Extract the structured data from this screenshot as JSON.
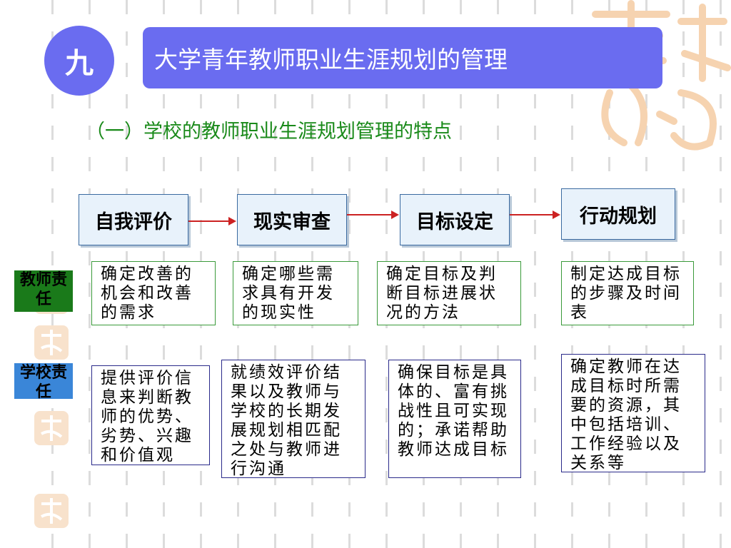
{
  "header": {
    "number": "九",
    "title": "大学青年教师职业生涯规划的管理"
  },
  "subtitle": "（一）学校的教师职业生涯规划管理的特点",
  "steps": [
    {
      "label": "自我评价"
    },
    {
      "label": "现实审查"
    },
    {
      "label": "目标设定"
    },
    {
      "label": "行动规划"
    }
  ],
  "roles": {
    "teacher": "教师责任",
    "school": "学校责任"
  },
  "teacher_duties": [
    "确定改善的机会和改善的需求",
    "确定哪些需求具有开发的现实性",
    "确定目标及判断目标进展状况的方法",
    "制定达成目标的步骤及时间表"
  ],
  "school_duties": [
    "提供评价信息来判断教师的优势、劣势、兴趣和价值观",
    "就绩效评价结果以及教师与学校的长期发展规划相匹配之处与教师进行沟通",
    "确保目标是具体的、富有挑战性且可实现的；承诺帮助教师达成目标",
    "确定教师在达成目标时所需要的资源，其中包括培训、工作经验以及关系等"
  ],
  "colors": {
    "accent": "#6a6cf0",
    "subtitle": "#1a8a1a",
    "arrow": "#cc2222",
    "teacher_label": "#1a7a1a",
    "school_label": "#3a86d8"
  }
}
